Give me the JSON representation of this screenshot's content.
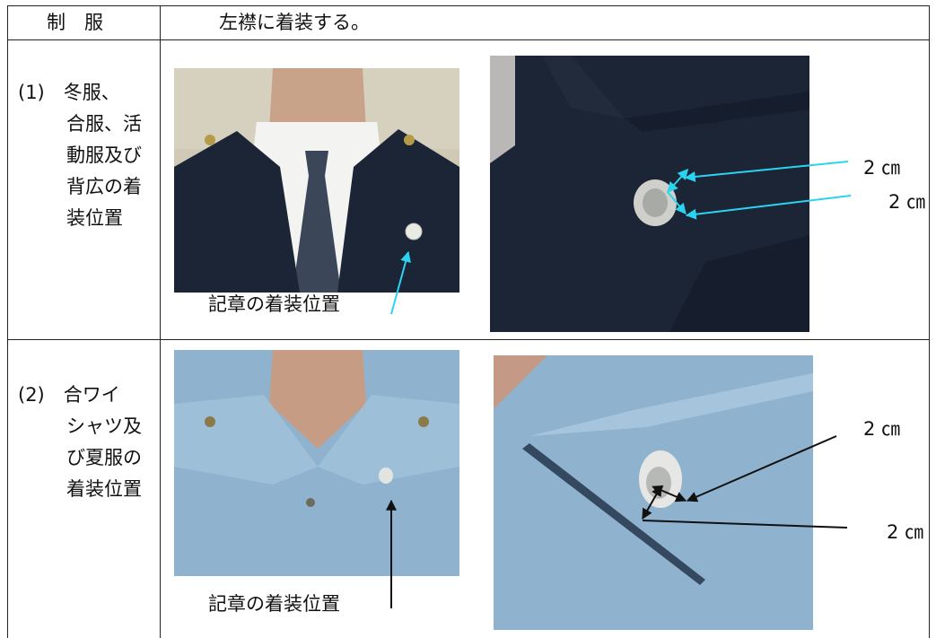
{
  "header": {
    "category_label": "制　服",
    "instruction": "左襟に着装する。"
  },
  "rows": [
    {
      "label_lines": [
        "(1)　冬服、",
        "合服、活",
        "動服及び",
        "背広の着",
        "装位置"
      ],
      "photo_caption": "記章の着装位置",
      "measure_top": "2 ㎝",
      "measure_bottom": "2 ㎝"
    },
    {
      "label_lines": [
        "(2)　合ワイ",
        "シャツ及",
        "び夏服の",
        "着装位置"
      ],
      "photo_caption": "記章の着装位置",
      "measure_top": "2 ㎝",
      "measure_bottom": "2 ㎝"
    }
  ],
  "colors": {
    "navy_jacket": "#1c2536",
    "light_blue_shirt": "#8fb3cf",
    "cyan_arrow": "#2ad4f0",
    "black_arrow": "#111111"
  }
}
